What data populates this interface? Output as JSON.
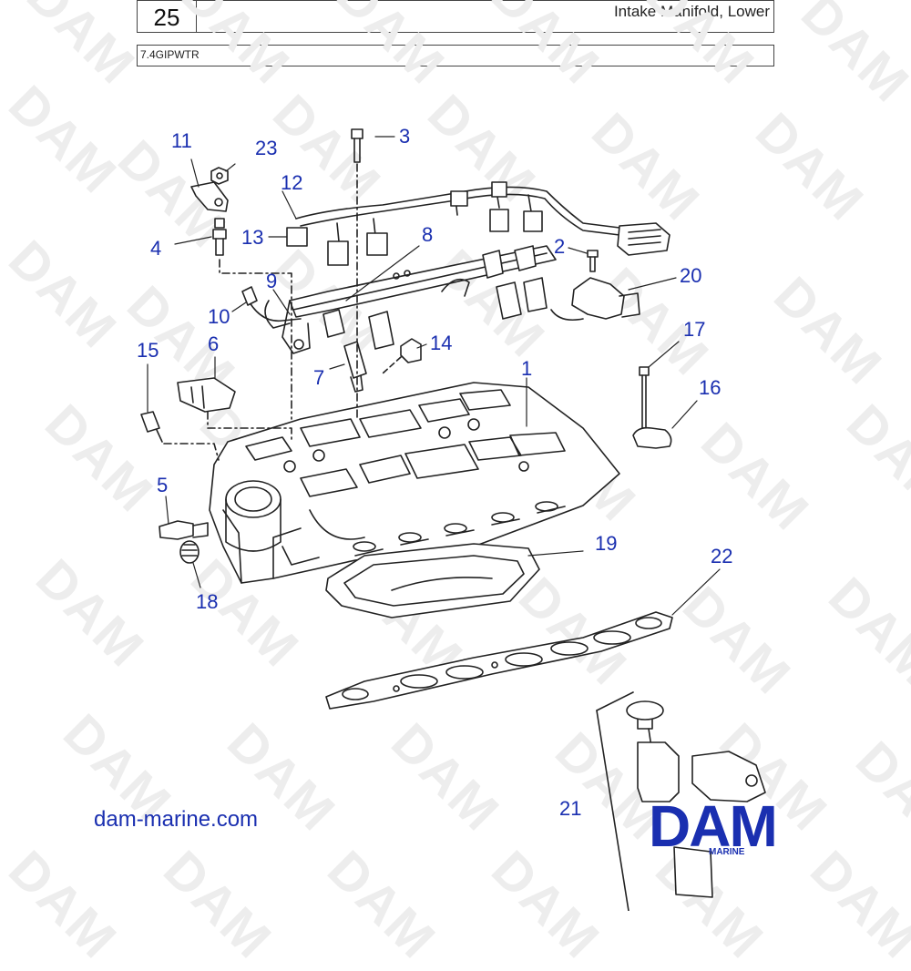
{
  "header": {
    "page_number": "25",
    "section_title": "Intake Manifold, Lower",
    "model_code": "7.4GIPWTR"
  },
  "watermark_text": "DAM",
  "callouts": {
    "c1": "1",
    "c2": "2",
    "c3": "3",
    "c4": "4",
    "c5": "5",
    "c6": "6",
    "c7": "7",
    "c8": "8",
    "c9": "9",
    "c10": "10",
    "c11": "11",
    "c12": "12",
    "c13": "13",
    "c14": "14",
    "c15": "15",
    "c16": "16",
    "c17": "17",
    "c18": "18",
    "c19": "19",
    "c20": "20",
    "c21": "21",
    "c22": "22",
    "c23": "23"
  },
  "footer": {
    "website": "dam-marine.com",
    "logo_text": "DAM",
    "logo_sub": "MARINE"
  },
  "colors": {
    "callout": "#1a2fb0",
    "watermark": "#ededed",
    "line": "#222222"
  }
}
